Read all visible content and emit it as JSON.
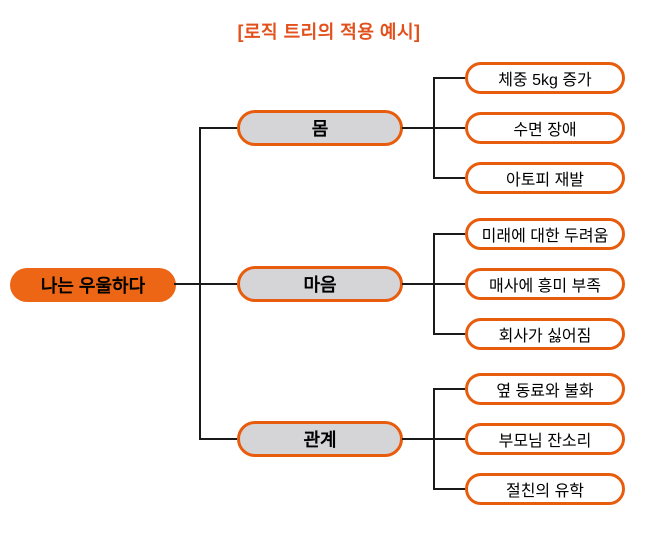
{
  "title": "[로직 트리의 적용 예시]",
  "colors": {
    "accent": "#EC6615",
    "border-orange": "#E85C0D",
    "node-gray": "#D5D5D8",
    "line": "#1a1a1a",
    "title-color": "#E2511C",
    "leaf-bg": "#ffffff",
    "text": "#111111"
  },
  "tree": {
    "root": {
      "label": "나는 우울하다"
    },
    "branches": [
      {
        "label": "몸",
        "children": [
          {
            "label": "체중 5kg 증가"
          },
          {
            "label": "수면 장애"
          },
          {
            "label": "아토피 재발"
          }
        ]
      },
      {
        "label": "마음",
        "children": [
          {
            "label": "미래에 대한 두려움"
          },
          {
            "label": "매사에 흥미 부족"
          },
          {
            "label": "회사가 싫어짐"
          }
        ]
      },
      {
        "label": "관계",
        "children": [
          {
            "label": "옆 동료와 불화"
          },
          {
            "label": "부모님 잔소리"
          },
          {
            "label": "절친의 유학"
          }
        ]
      }
    ]
  }
}
